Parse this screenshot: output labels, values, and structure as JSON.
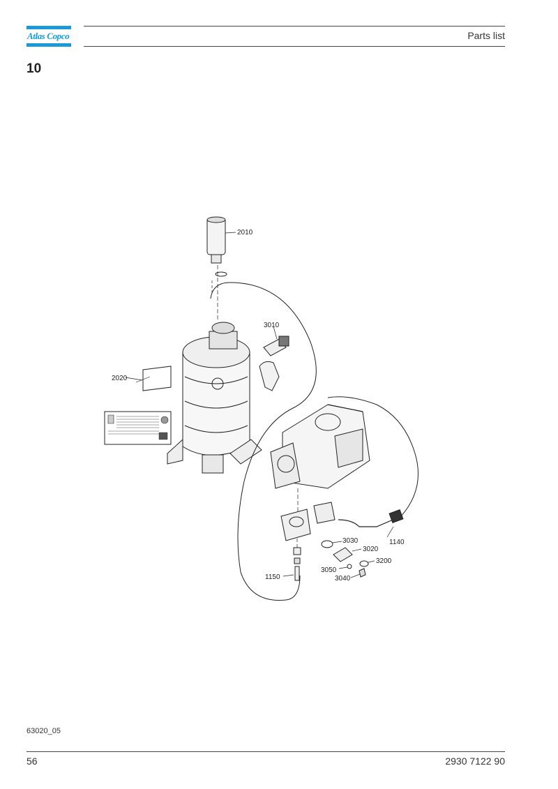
{
  "header": {
    "brand": "Atlas Copco",
    "title": "Parts list",
    "accent_color": "#1a9ad6"
  },
  "section": {
    "number": "10"
  },
  "drawing": {
    "callouts": {
      "p2010": "2010",
      "p3010": "3010",
      "p2020": "2020",
      "p3030": "3030",
      "p3020": "3020",
      "p1140": "1140",
      "p3200": "3200",
      "p3050": "3050",
      "p3040": "3040",
      "p1150": "1150"
    }
  },
  "footer": {
    "drawing_id": "63020_05",
    "page_number": "56",
    "document_number": "2930 7122 90"
  }
}
